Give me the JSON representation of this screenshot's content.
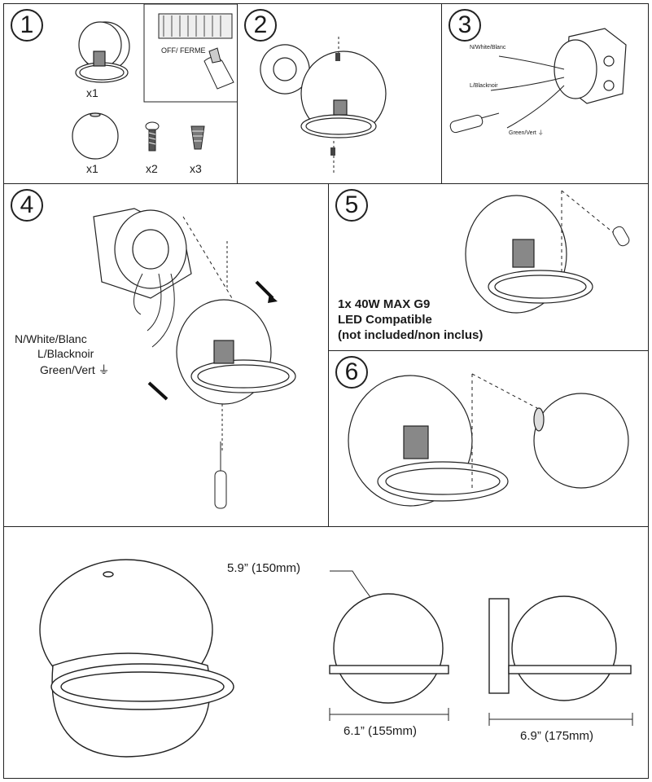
{
  "steps": [
    "1",
    "2",
    "3",
    "4",
    "5",
    "6"
  ],
  "step1": {
    "switch_label": "OFF/ FERME",
    "qty_fixture": "x1",
    "qty_globe": "x1",
    "qty_screws": "x2",
    "qty_connectors": "x3"
  },
  "wires": {
    "neutral": "N/White/Blanc",
    "line": "L/Blacknoir",
    "ground": "Green/Vert ⏚"
  },
  "step5": {
    "bulb_line1": "1x 40W MAX G9",
    "bulb_line2": "LED Compatible",
    "bulb_line3": "(not included/non inclus)"
  },
  "dimensions": {
    "globe_diameter": "5.9” (150mm)",
    "width": "6.1” (155mm)",
    "depth": "6.9” (175mm)"
  }
}
